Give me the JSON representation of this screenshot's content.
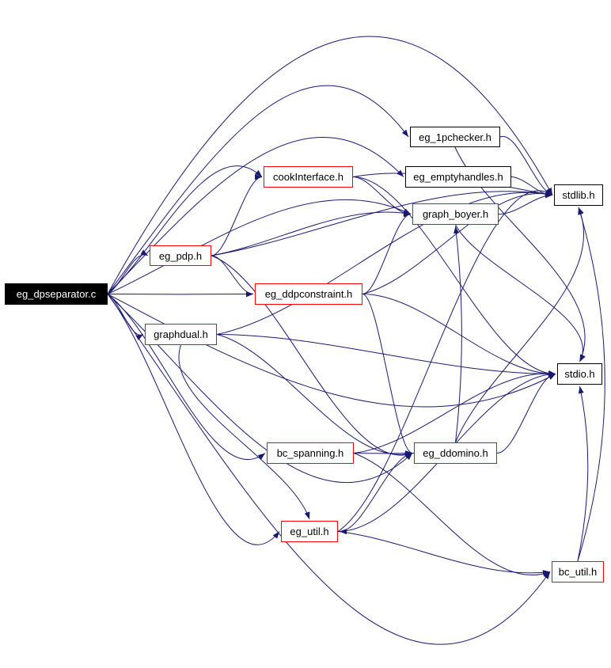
{
  "colors": {
    "edge": "#191970",
    "node-border": "#000000",
    "node-red-border": "#ff0000",
    "node-text": "#000000",
    "source-bg": "#000000",
    "source-text": "#ffffff",
    "background": "#ffffff"
  },
  "nodes": [
    {
      "id": "eg_dpseparator",
      "label": "eg_dpseparator.c",
      "type": "source"
    },
    {
      "id": "eg_pdp",
      "label": "eg_pdp.h",
      "type": "red"
    },
    {
      "id": "graphdual",
      "label": "graphdual.h",
      "type": "red"
    },
    {
      "id": "cookInterface",
      "label": "cookInterface.h",
      "type": "red"
    },
    {
      "id": "eg_ddpconstraint",
      "label": "eg_ddpconstraint.h",
      "type": "red"
    },
    {
      "id": "bc_spanning",
      "label": "bc_spanning.h",
      "type": "red"
    },
    {
      "id": "eg_util",
      "label": "eg_util.h",
      "type": "red"
    },
    {
      "id": "eg_1pchecker",
      "label": "eg_1pchecker.h",
      "type": "black"
    },
    {
      "id": "eg_emptyhandles",
      "label": "eg_emptyhandles.h",
      "type": "black"
    },
    {
      "id": "graph_boyer",
      "label": "graph_boyer.h",
      "type": "red"
    },
    {
      "id": "eg_ddomino",
      "label": "eg_ddomino.h",
      "type": "red"
    },
    {
      "id": "stdlib",
      "label": "stdlib.h",
      "type": "black"
    },
    {
      "id": "stdio",
      "label": "stdio.h",
      "type": "black"
    },
    {
      "id": "bc_util",
      "label": "bc_util.h",
      "type": "red"
    }
  ],
  "edges": [
    {
      "from": "eg_dpseparator",
      "to": "eg_1pchecker",
      "bend": 170
    },
    {
      "from": "eg_dpseparator",
      "to": "cookInterface",
      "bend": 60
    },
    {
      "from": "eg_dpseparator",
      "to": "eg_emptyhandles",
      "bend": 130
    },
    {
      "from": "eg_dpseparator",
      "to": "stdlib",
      "bend": 340
    },
    {
      "from": "eg_dpseparator",
      "to": "graph_boyer",
      "bend": 60
    },
    {
      "from": "eg_dpseparator",
      "to": "eg_pdp",
      "bend": 10
    },
    {
      "from": "eg_dpseparator",
      "to": "eg_ddpconstraint",
      "bend": 0
    },
    {
      "from": "eg_dpseparator",
      "to": "graphdual",
      "bend": -8
    },
    {
      "from": "eg_dpseparator",
      "to": "stdio",
      "bend": -100
    },
    {
      "from": "eg_dpseparator",
      "to": "bc_spanning",
      "bend": -50
    },
    {
      "from": "eg_dpseparator",
      "to": "eg_ddomino",
      "bend": -120
    },
    {
      "from": "eg_dpseparator",
      "to": "eg_util",
      "bend": -90
    },
    {
      "from": "eg_dpseparator",
      "to": "bc_util",
      "bend": -260
    },
    {
      "from": "eg_pdp",
      "to": "cookInterface",
      "bend": 0
    },
    {
      "from": "eg_pdp",
      "to": "graph_boyer",
      "bend": 15
    },
    {
      "from": "eg_pdp",
      "to": "eg_ddpconstraint",
      "bend": 0
    },
    {
      "from": "eg_pdp",
      "to": "stdlib",
      "bend": 25
    },
    {
      "from": "eg_pdp",
      "to": "eg_ddomino",
      "bend": -30
    },
    {
      "from": "cookInterface",
      "to": "graph_boyer",
      "bend": 0
    },
    {
      "from": "cookInterface",
      "to": "stdlib",
      "bend": 15
    },
    {
      "from": "cookInterface",
      "to": "stdio",
      "bend": 0
    },
    {
      "from": "eg_emptyhandles",
      "to": "stdlib",
      "bend": 0
    },
    {
      "from": "eg_1pchecker",
      "to": "stdlib",
      "bend": 8
    },
    {
      "from": "eg_1pchecker",
      "to": "stdio",
      "bend": 40
    },
    {
      "from": "graph_boyer",
      "to": "stdlib",
      "bend": 0
    },
    {
      "from": "graph_boyer",
      "to": "stdio",
      "bend": 30
    },
    {
      "from": "eg_ddpconstraint",
      "to": "graph_boyer",
      "bend": 0
    },
    {
      "from": "eg_ddpconstraint",
      "to": "eg_ddomino",
      "bend": 0
    },
    {
      "from": "eg_ddpconstraint",
      "to": "stdio",
      "bend": 0
    },
    {
      "from": "eg_ddpconstraint",
      "to": "stdlib",
      "bend": 20
    },
    {
      "from": "graphdual",
      "to": "stdio",
      "bend": 0
    },
    {
      "from": "graphdual",
      "to": "stdlib",
      "bend": 30
    },
    {
      "from": "graphdual",
      "to": "eg_util",
      "bend": -25
    },
    {
      "from": "graphdual",
      "to": "eg_ddomino",
      "bend": -20
    },
    {
      "from": "bc_spanning",
      "to": "eg_ddomino",
      "bend": 0
    },
    {
      "from": "bc_spanning",
      "to": "bc_util",
      "bend": -30
    },
    {
      "from": "bc_spanning",
      "to": "stdio",
      "bend": 10
    },
    {
      "from": "eg_ddomino",
      "to": "graph_boyer",
      "bend": 10
    },
    {
      "from": "eg_ddomino",
      "to": "eg_util",
      "bend": 0
    },
    {
      "from": "eg_ddomino",
      "to": "stdio",
      "bend": 0
    },
    {
      "from": "eg_ddomino",
      "to": "stdlib",
      "bend": 40
    },
    {
      "from": "eg_util",
      "to": "stdio",
      "bend": 0
    },
    {
      "from": "eg_util",
      "to": "stdlib",
      "bend": 60
    },
    {
      "from": "eg_util",
      "to": "bc_util",
      "bend": -10
    },
    {
      "from": "bc_util",
      "to": "stdio",
      "bend": 15
    },
    {
      "from": "bc_util",
      "to": "stdlib",
      "bend": 45
    }
  ]
}
